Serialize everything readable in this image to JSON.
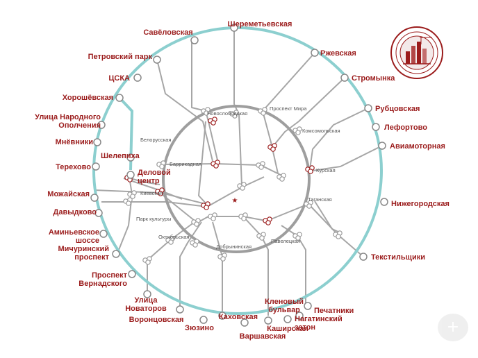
{
  "colors": {
    "bcl_ring": "#8ccfcf",
    "koltsevaya_ring": "#9e9e9e",
    "radial_line": "#a6a6a6",
    "station_label": "#9b1c1c",
    "inner_label": "#555555",
    "logo": "#9b1c1c"
  },
  "bcl_stations": [
    {
      "name": "Шереметьевская",
      "icon": "station-dot"
    },
    {
      "name": "Савёловская",
      "icon": "station-dot"
    },
    {
      "name": "Ржевская",
      "icon": "station-dot"
    },
    {
      "name": "Петровский парк",
      "icon": "station-dot"
    },
    {
      "name": "Стромынка",
      "icon": "station-dot"
    },
    {
      "name": "ЦСКА",
      "icon": "station-dot"
    },
    {
      "name": "Хорошёвская",
      "icon": "station-dot"
    },
    {
      "name": "Рубцовская",
      "icon": "station-dot"
    },
    {
      "name": "Лефортово",
      "icon": "station-dot"
    },
    {
      "name": "Улица Народного Ополчения",
      "icon": "station-dot"
    },
    {
      "name": "Мнёвники",
      "icon": "station-dot"
    },
    {
      "name": "Авиамоторная",
      "icon": "station-dot"
    },
    {
      "name": "Шелепиха",
      "icon": "station-dot"
    },
    {
      "name": "Терехово",
      "icon": "station-dot"
    },
    {
      "name": "Деловой центр",
      "icon": "station-dot"
    },
    {
      "name": "Можайская",
      "icon": "station-dot"
    },
    {
      "name": "Нижегородская",
      "icon": "station-dot"
    },
    {
      "name": "Давыдково",
      "icon": "station-dot"
    },
    {
      "name": "Аминьевское шоссе",
      "icon": "station-dot"
    },
    {
      "name": "Мичуринский проспект",
      "icon": "station-dot"
    },
    {
      "name": "Текстильщики",
      "icon": "station-dot"
    },
    {
      "name": "Проспект Вернадского",
      "icon": "station-dot"
    },
    {
      "name": "Улица Новаторов",
      "icon": "station-dot"
    },
    {
      "name": "Кленовый бульвар",
      "icon": "station-dot"
    },
    {
      "name": "Печатники",
      "icon": "station-dot"
    },
    {
      "name": "Воронцовская",
      "icon": "station-dot"
    },
    {
      "name": "Нагатинский затон",
      "icon": "station-dot"
    },
    {
      "name": "Каховская",
      "icon": "station-dot"
    },
    {
      "name": "Зюзино",
      "icon": "station-dot"
    },
    {
      "name": "Каширская",
      "icon": "station-dot"
    },
    {
      "name": "Варшавская",
      "icon": "station-dot"
    }
  ],
  "inner_labels": [
    "Новослободская",
    "Проспект Мира",
    "Белорусская",
    "Комсомольская",
    "Баррикадная",
    "Курская",
    "Киевская",
    "Таганская",
    "Парк культуры",
    "Октябрьская",
    "Добрынинская",
    "Павелецкая"
  ],
  "icons": {
    "logo": "building-crest-icon",
    "center": "star-icon",
    "transfer": "transfer-node-icon",
    "zoom": "zoom-plus-icon"
  },
  "zoom": {
    "symbol": "+"
  }
}
